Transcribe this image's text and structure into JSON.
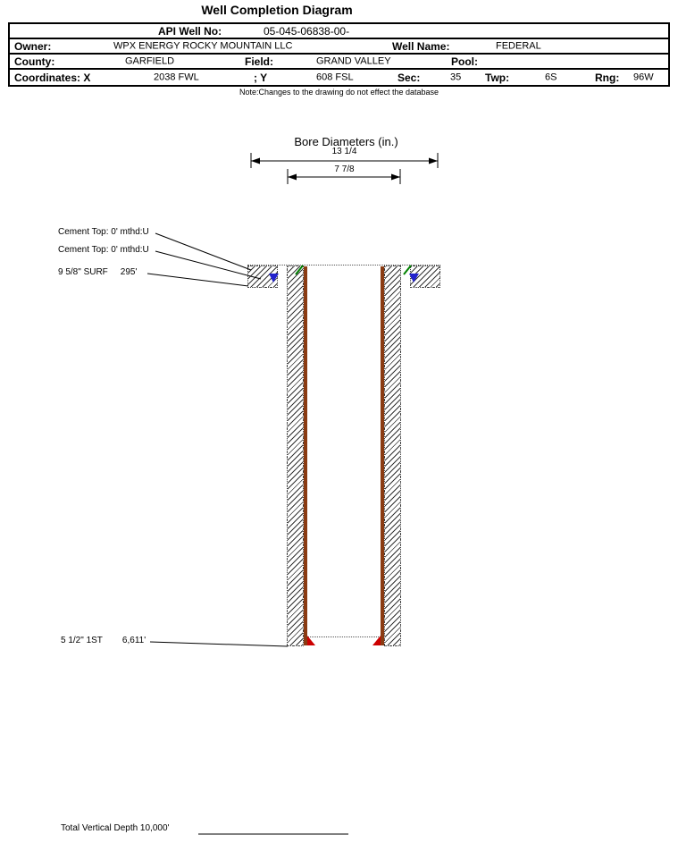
{
  "title": "Well Completion Diagram",
  "table": {
    "api": {
      "label": "API Well No:",
      "value": "05-045-06838-00-"
    },
    "owner": {
      "label": "Owner:",
      "value": "WPX ENERGY ROCKY MOUNTAIN LLC"
    },
    "well_name": {
      "label": "Well Name:",
      "value": "FEDERAL"
    },
    "county": {
      "label": "County:",
      "value": "GARFIELD"
    },
    "field": {
      "label": "Field:",
      "value": "GRAND VALLEY"
    },
    "pool": {
      "label": "Pool:",
      "value": ""
    },
    "coordinates": {
      "label": "Coordinates: X",
      "x_value": "2038 FWL",
      "y_label": "; Y",
      "y_value": "608 FSL"
    },
    "sec": {
      "label": "Sec:",
      "value": "35"
    },
    "twp": {
      "label": "Twp:",
      "value": "6S"
    },
    "rng": {
      "label": "Rng:",
      "value": "96W"
    }
  },
  "note": "Note:Changes to the drawing do not effect the database",
  "bore": {
    "title": "Bore Diameters (in.)",
    "outer_diameter": "13 1/4",
    "inner_diameter": "7 7/8"
  },
  "annotations": {
    "cement_top_1": "Cement Top: 0' mthd:U",
    "cement_top_2": "Cement Top: 0' mthd:U",
    "surf_casing_label": "9 5/8\" SURF",
    "surf_casing_depth": "295'",
    "prod_casing_label": "5 1/2\" 1ST",
    "prod_casing_depth": "6,611'",
    "tvd_label": "Total Vertical Depth 10,000'"
  },
  "colors": {
    "casing_brown": "#8a3b12",
    "marker_red": "#cc0000",
    "marker_blue": "#2222cc",
    "marker_green": "#008000",
    "line_black": "#000000"
  }
}
